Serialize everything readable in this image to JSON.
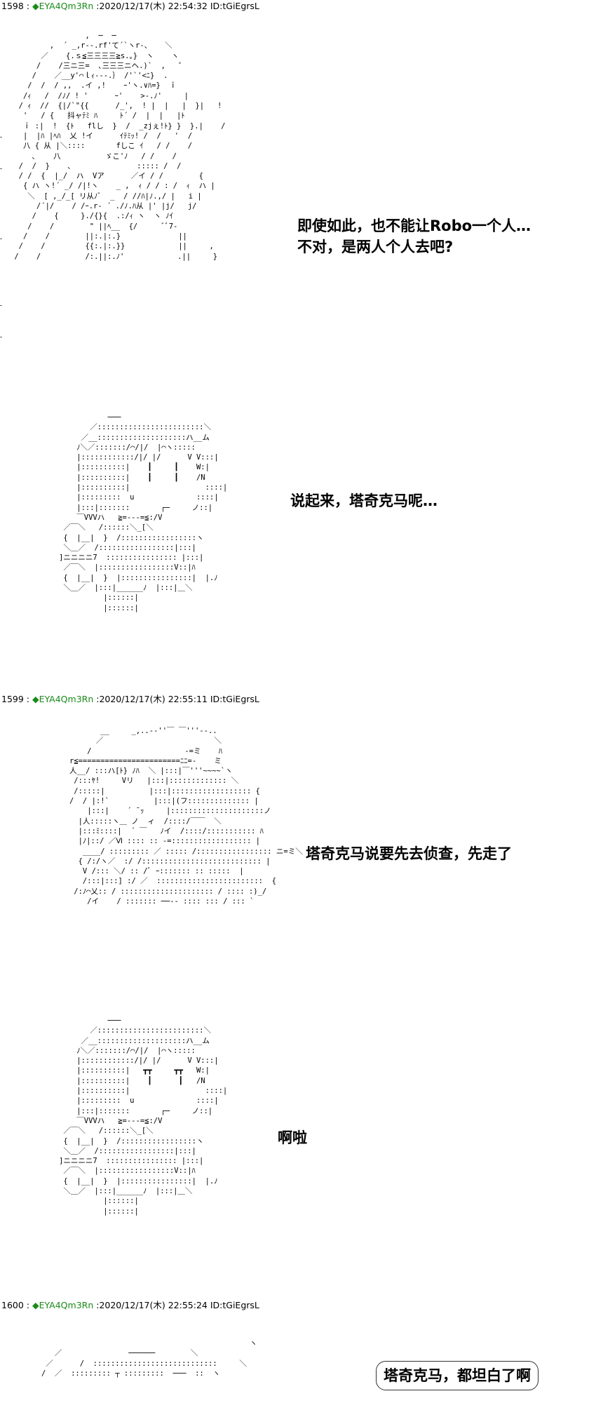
{
  "posts": [
    {
      "number": "1598",
      "separator": " : ",
      "gem": "◆",
      "trip": "EYA4Qm3Rn",
      "meta": " :2020/12/17(木) 22:54:32 ID:tGiEgrsL"
    },
    {
      "number": "1599",
      "separator": " : ",
      "gem": "◆",
      "trip": "EYA4Qm3Rn",
      "meta": " :2020/12/17(木) 22:55:11 ID:tGiEgrsL"
    },
    {
      "number": "1600",
      "separator": " : ",
      "gem": "◆",
      "trip": "EYA4Qm3Rn",
      "meta": " :2020/12/17(木) 22:55:24 ID:tGiEgrsL"
    }
  ],
  "captions": {
    "c1_line1": "即使如此，也不能让Robo一个人…",
    "c1_line2": "不对，是两人个人去吧?",
    "c2": "说起来，塔奇克马呢…",
    "c3": "塔奇克马说要先去侦查，先走了",
    "c4": "啊啦",
    "c5": "塔奇克马，都坦白了啊"
  },
  "art": {
    "girl": "                 ,  ─  ─\n         ,  ´ _,r‐-.rf'て´`ヽr‐、   ＼\n       ／    {.ｓ≦三三三三≧s.｡}  ヽ    ヽ\n      /    /三ニ三=  ､三三三ニヘ.)`  ,   ゜\n     /    ／__y'⌒ｌｨ-‐‐.｝ /'`'<ﾆ}  .\n    /  /  / ,,  .イ ,!    ｰ'ヽ.∨ﾊ=}  ｉ\n   /ｨ   /  /ﾉ/ ! '      ｰ'    >-.ﾉ'     |\n  / ｨ  //  {|/`\"{{      /_',  ! |  |   |  }|   !\n   '   / {   抖ャﾃﾐ ﾊ     ﾄ´ /  |  |   |ﾄ\n   ｉ :|  !  {ﾄ   flし  }  /  _zjぇ!ﾄ} }  }.|    /\n   |  |ﾊ |ﾍﾊ  乂 !イ      ｲﾃﾐｯ! /  /   '  /\n   八 { 从 |＼::::       fしこ ｲ   / /    /\n     ､    八          ゞこ'ﾉ   / /    /\n  /  /  }    、              ::::: /  /\n  / /  {  |_/  ハ  Vア      ／イ / /        {\n   { ハ ヽ!´ _/ /|!ヽ    _ ,  ｨ / / : /  ｨ  ハ |\n    ＼  [ ,_/_[ リ从ﾉﾞ  _  / //ﾊ|ﾉ.,/ |   i |\n      /´|/    / /ｰ.r‐ ´ ./ﾉ.ﾊ从 |' |j/   j/\n     /    {     }./{}{  .:/ｨ ヽ  ヽ ﾉｲ\n    /    /        \" ||ﾍ__  {/      ﾞﾞ7-\n   /    /        ||:.|:.}             ||\n  /    /         {{:.|:.}}            ||     ,\n /    /          /:.||:.ﾉ'            .||     }",
    "tachi_a": "           ───\n       ／::::::::::::::::::::::::＼\n     ／__::::::::::::::::::::ハ__ム\n    ﾉ＼／:::::::/⌒/|/  |⌒ヽ:::::\n    |::::::::::::/|/ |/      V V:::|\n    |::::::::::|    ┃     ┃    W:|\n    |::::::::::|    ┃     ┃    /N\n    |::::::::::|                 ::::|\n    |:::::::::  u              ::::|\n    |:::|:::::::       ┌─     ノ::|\n    ￣VVVハ   ≧=‐‐‐=≦:/V\n ／￣＼   /::::::＼_[＼\n {  |__|  }  /:::::::::::::::::ヽ\n ＼＿／  /:::::::::::::::::|:::|\n]ニニニニ7  :::::::::::::::: |:::|\n ／￣＼  |:::::::::::::::::V::|ﾊ\n {  |__|  }  |::::::::::::::::|  |.ﾉ\n ＼＿／  |:::|______ﾉ  |:::|＿＼\n          |::::::|\n          |::::::|",
    "tachi_b": "          __     _,..-‐''￣ ￣'''‐-..\n         ／                         ＼\n       /                     ‐=ミ    ﾊ\n   r≦=======================ﾆﾆ=-    ミ\n   人__/ :::ハ[ﾄ} ﾉﾊ  ＼ |:::|￣'''~~~~`ヽ\n    /:::ﾔ!     Vリ   |:::|::::::::::::: ＼\n    /:::::|          |:::|:::::::::::::::::: {\n   /  / |:!`          |:::|(フ:::::::::::::: |\n       |:::|    ´ ̄ ｯ     |:::::::::::::::::::::ノ\n     |人:::::ヽ＿ ノ  ィ  /::::/￣￣  ＼\n     |:::ﾐ::::|  ´ ￣   ﾉイ  /::::/::::::::::: ﾊ\n     |ﾉ|::/ ／Ⅵ :::: :: -=:::::::::::::::::: |\n      ____/ ::::::::: ／ ::::: /::::::::::::::::: ニ=ミ＼\n     { /:/ヽ／  :/ /::::::::::::::::::::::::::: |\n      V /::: ＼/ :: /ﾞ ｰ::::::: :: :::::  |\n      /:::|:::] :/ ／  ::::::::::::::::::::::::  {\n    /:ﾉ⌒乂:: / ::::::::::::::::::::: / :::: :)_/\n       /イ    / ::::::: ──‐‐ :::: ::: / ::: `",
    "tachi_c": "           ───\n       ／::::::::::::::::::::::::＼\n     ／__::::::::::::::::::::ハ__ム\n    ﾉ＼／:::::::/⌒/|/  |⌒ヽ:::::\n    |::::::::::::/|/ |/      V V:::|\n    |::::::::::|   ┳┳     ┳┳   W:|\n    |::::::::::|    ┃      ┃   /N\n    |::::::::::|                 ::::|\n    |:::::::::  u              ::::|\n    |:::|:::::::       ┌─     ノ::|\n    ￣VVVハ   ≧=‐‐‐=≦:/V\n ／￣＼   /::::::＼_[＼\n {  |__|  }  /:::::::::::::::::ヽ\n ＼＿／  /:::::::::::::::::|:::|\n]ニニニニ7  :::::::::::::::: |:::|\n ／￣＼  |:::::::::::::::::V::|ﾊ\n {  |__|  }  |::::::::::::::::|  |.ﾉ\n ＼＿／  |:::|______ﾉ  |:::|＿＼\n          |::::::|\n          |::::::|",
    "tachi_d": "                                                  ヽ\n      ／               ──────        ＼\n    ／      /  ::::::::::::::::::::::::::::     ＼ \n   /  ／  ::::::::: ┬ :::::::::  ───  ::  ヽ"
  }
}
